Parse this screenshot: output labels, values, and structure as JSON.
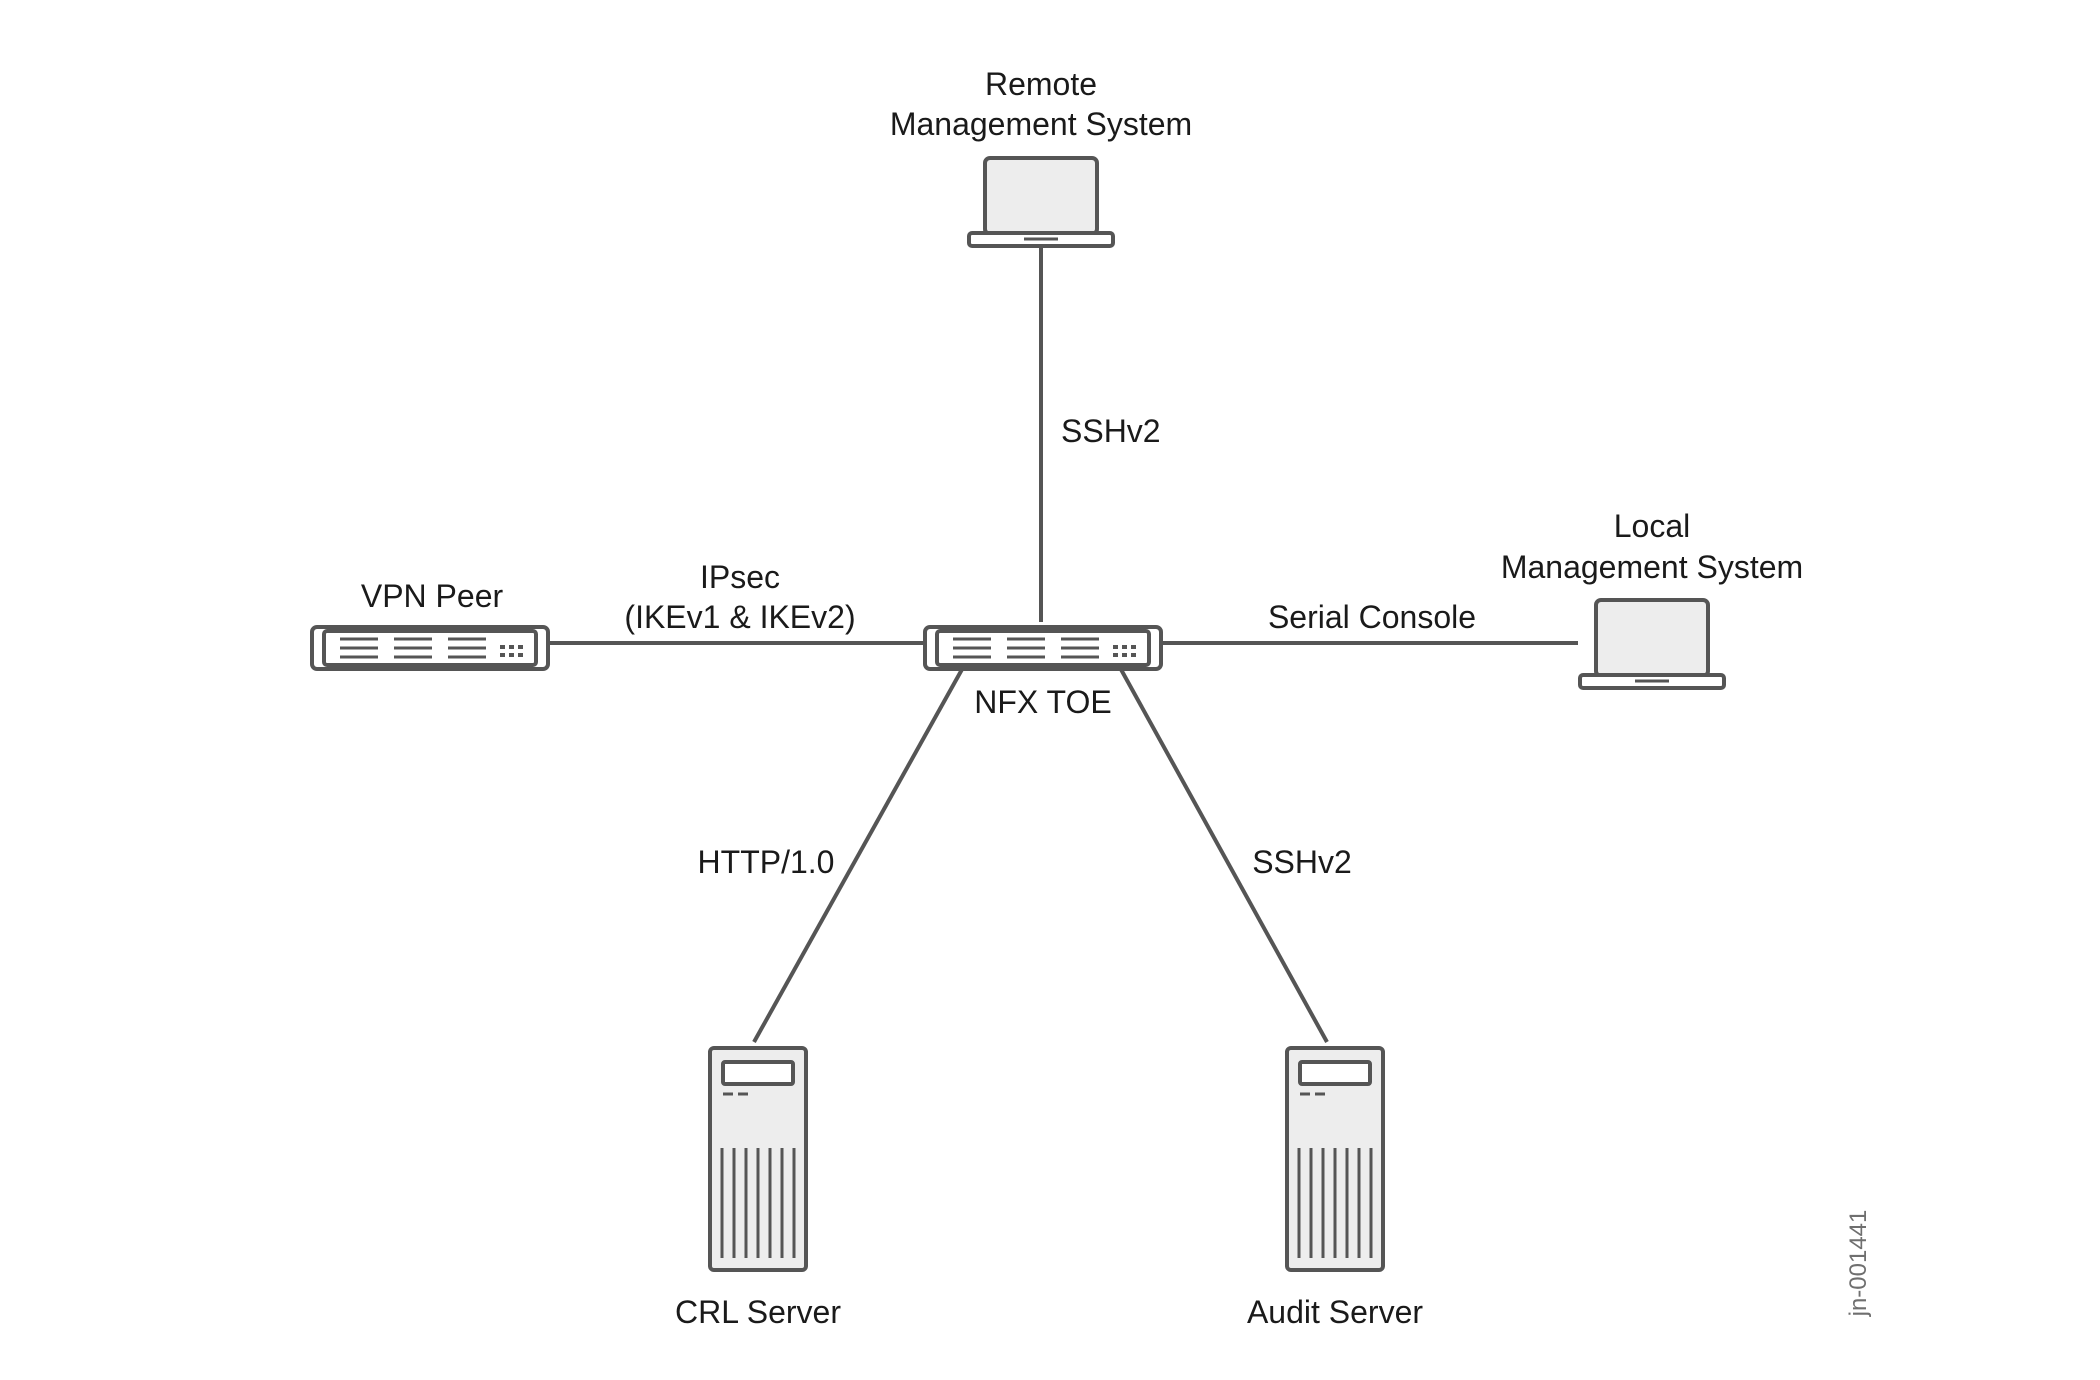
{
  "nodes": {
    "remote": {
      "line1": "Remote",
      "line2": "Management System"
    },
    "local": {
      "line1": "Local",
      "line2": "Management System"
    },
    "vpn_peer": {
      "label": "VPN Peer"
    },
    "nfx_toe": {
      "label": "NFX TOE"
    },
    "crl_server": {
      "label": "CRL Server"
    },
    "audit_server": {
      "label": "Audit Server"
    }
  },
  "links": {
    "remote_link": {
      "label": "SSHv2"
    },
    "vpn_link": {
      "line1": "IPsec",
      "line2": "(IKEv1 & IKEv2)"
    },
    "console_link": {
      "label": "Serial Console"
    },
    "crl_link": {
      "label": "HTTP/1.0"
    },
    "audit_link": {
      "label": "SSHv2"
    }
  },
  "figure_id": "jn-001441"
}
